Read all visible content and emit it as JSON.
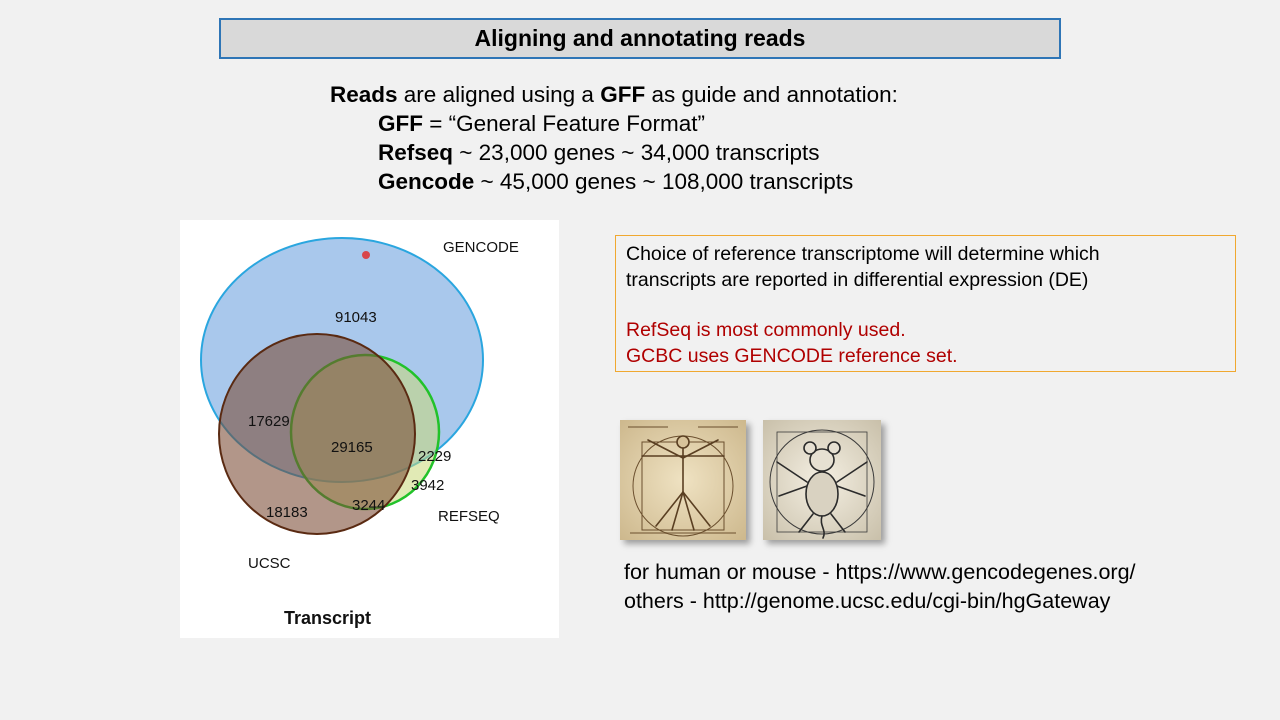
{
  "slide": {
    "title": "Aligning and annotating reads"
  },
  "intro": {
    "line1_bold": "Reads",
    "line1_mid": " are aligned using a ",
    "line1_bold2": "GFF",
    "line1_end": " as guide and annotation:",
    "gff_bold": "GFF",
    "gff_text": " = “General Feature Format”",
    "refseq_bold": "Refseq",
    "refseq_text": " ~ 23,000 genes ~ 34,000 transcripts",
    "gencode_bold": "Gencode",
    "gencode_text": " ~ 45,000 genes ~ 108,000 transcripts"
  },
  "venn": {
    "title": "Transcript",
    "set_labels": {
      "gencode": "GENCODE",
      "refseq": "REFSEQ",
      "ucsc": "UCSC"
    },
    "regions": {
      "gencode_only": "91043",
      "gencode_ucsc": "17629",
      "all_three": "29165",
      "gencode_refseq": "2229",
      "refseq_only": "3942",
      "ucsc_refseq": "3244",
      "ucsc_only": "18183"
    },
    "colors": {
      "gencode_fill": "#a9c8ec",
      "gencode_stroke": "#2aa6df",
      "refseq_stroke": "#22c22a",
      "ucsc_fill": "#7b4a33",
      "ucsc_stroke": "#5a2a12",
      "cursor_dot": "#e03030"
    }
  },
  "note": {
    "line1": "Choice of reference transcriptome will determine which",
    "line2": "transcripts are reported in differential expression (DE)",
    "red1": "RefSeq is most commonly used.",
    "red2": "GCBC uses GENCODE reference set."
  },
  "images": {
    "human": "vitruvian-man-drawing",
    "mouse": "vitruvian-mouse-drawing"
  },
  "links": {
    "human_mouse": "for human or mouse - https://www.gencodegenes.org/",
    "others": "others - http://genome.ucsc.edu/cgi-bin/hgGateway"
  }
}
